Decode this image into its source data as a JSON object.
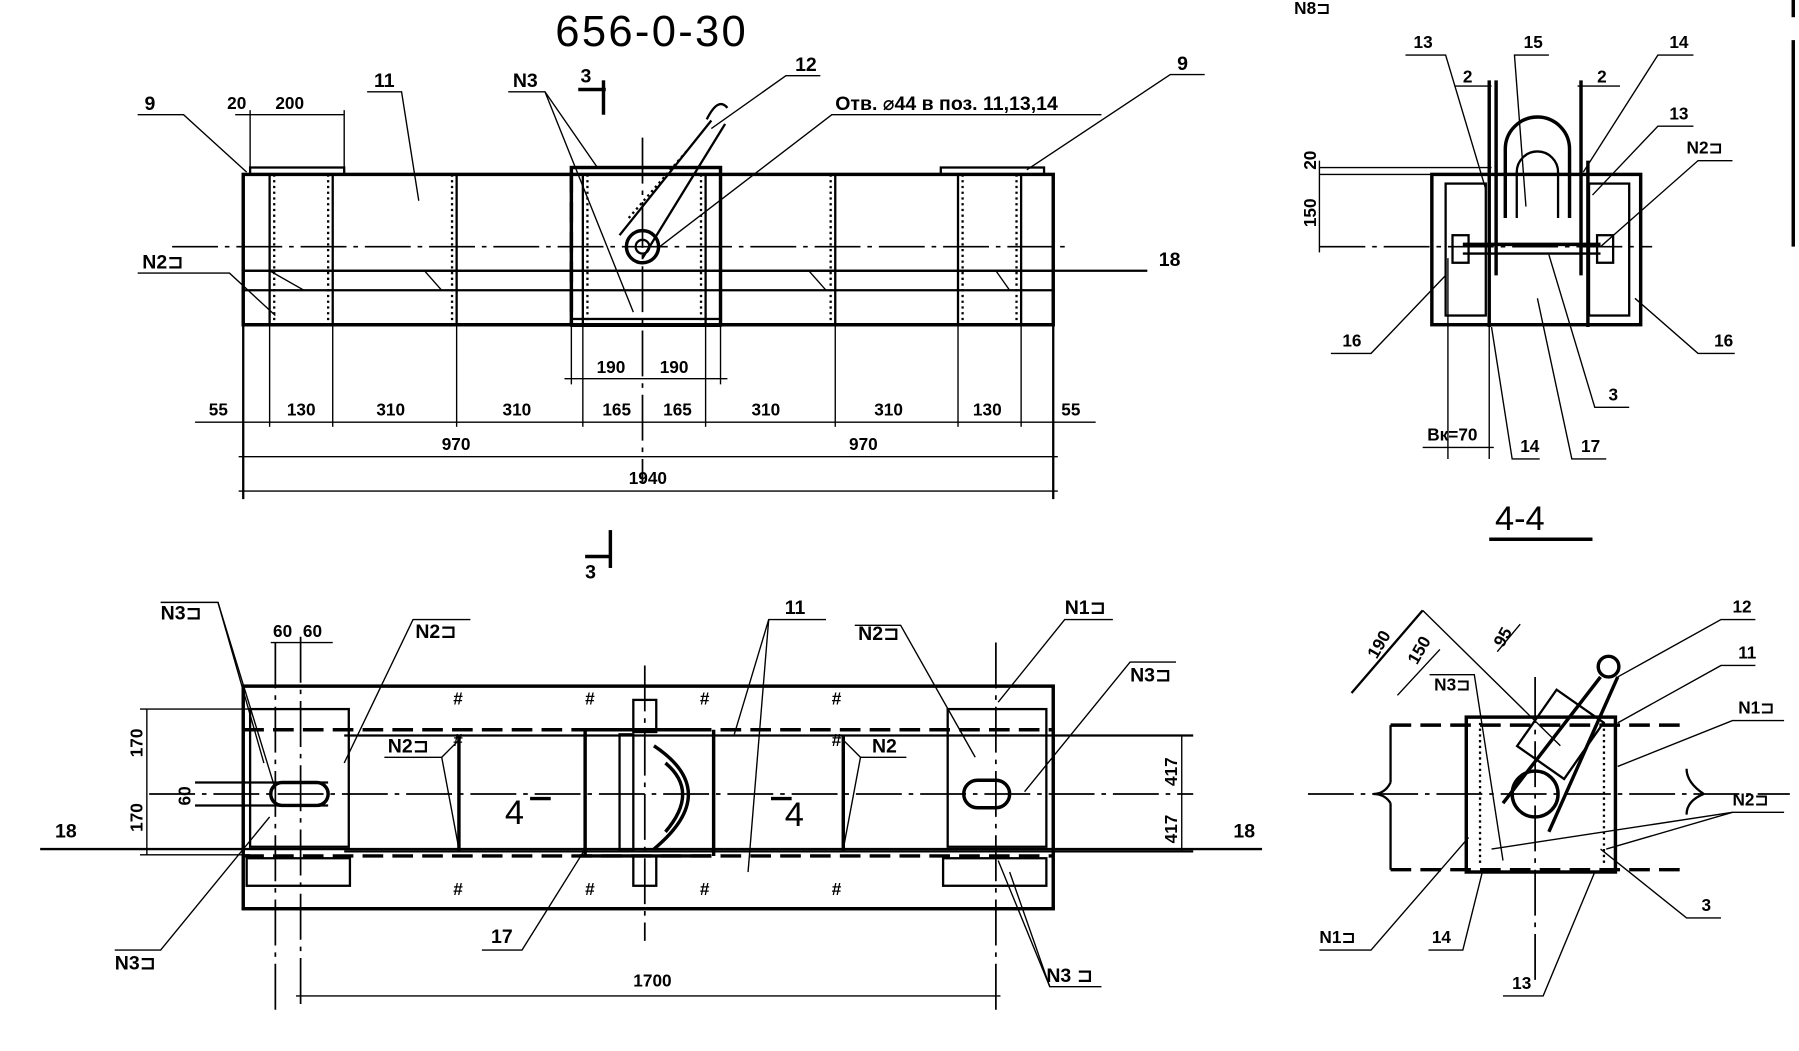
{
  "drawing": {
    "title": "656-0-30",
    "section_label": "4-4",
    "hole_note": "Отв. ⌀44 в поз. 11,13,14",
    "cut_mark": "3",
    "elevation": {
      "labels": {
        "p9_left": "9",
        "p9_right": "9",
        "p11": "11",
        "p12": "12",
        "n3": "N3",
        "n2": "N2⊐",
        "p18": "18",
        "d20": "20",
        "d200": "200"
      },
      "dim_190": [
        "190",
        "190"
      ],
      "dim_chain": [
        "55",
        "130",
        "310",
        "310",
        "165",
        "165",
        "310",
        "310",
        "130",
        "55"
      ],
      "dim_half": [
        "970",
        "970"
      ],
      "dim_total": "1940"
    },
    "plan": {
      "labels": {
        "n3_top": "N3⊐",
        "n3_bottom": "N3⊐",
        "n2_top": "N2⊐",
        "n2_mid": "N2⊐",
        "n2_right_mid": "N2",
        "p11": "11",
        "n2_right": "N2⊐",
        "n1_right": "N1⊐",
        "n3_right": "N3⊐",
        "n3_bottom_right": "N3 ⊐",
        "p17": "17",
        "p18_left": "18",
        "p18_right": "18",
        "mark_4_left": "4",
        "mark_4_right": "4"
      },
      "dim_60": [
        "60",
        "60"
      ],
      "dim_170_top": "170",
      "dim_170_bottom": "170",
      "dim_60_v": "60",
      "dim_417_top": "417",
      "dim_417_bottom": "417",
      "dim_1700": "1700"
    },
    "side_view": {
      "labels": {
        "top_left": "N8⊐",
        "p13_left": "13",
        "p15": "15",
        "p14_top": "14",
        "p13_right": "13",
        "n2": "N2⊐",
        "p2_left": "2",
        "p2_right": "2",
        "p16_left": "16",
        "p16_right": "16",
        "p3": "3",
        "p14_bottom": "14",
        "p17": "17"
      },
      "dim_20": "20",
      "dim_150": "150",
      "dim_bk": "Bк=70"
    },
    "section": {
      "labels": {
        "p12": "12",
        "p11": "11",
        "n1_right": "N1⊐",
        "n2_right": "N2⊐",
        "n3": "N3⊐",
        "p3": "3",
        "n1_left": "N1⊐",
        "p14": "14",
        "p13": "13"
      },
      "dim_190": "190",
      "dim_150": "150",
      "dim_95": "95"
    }
  }
}
